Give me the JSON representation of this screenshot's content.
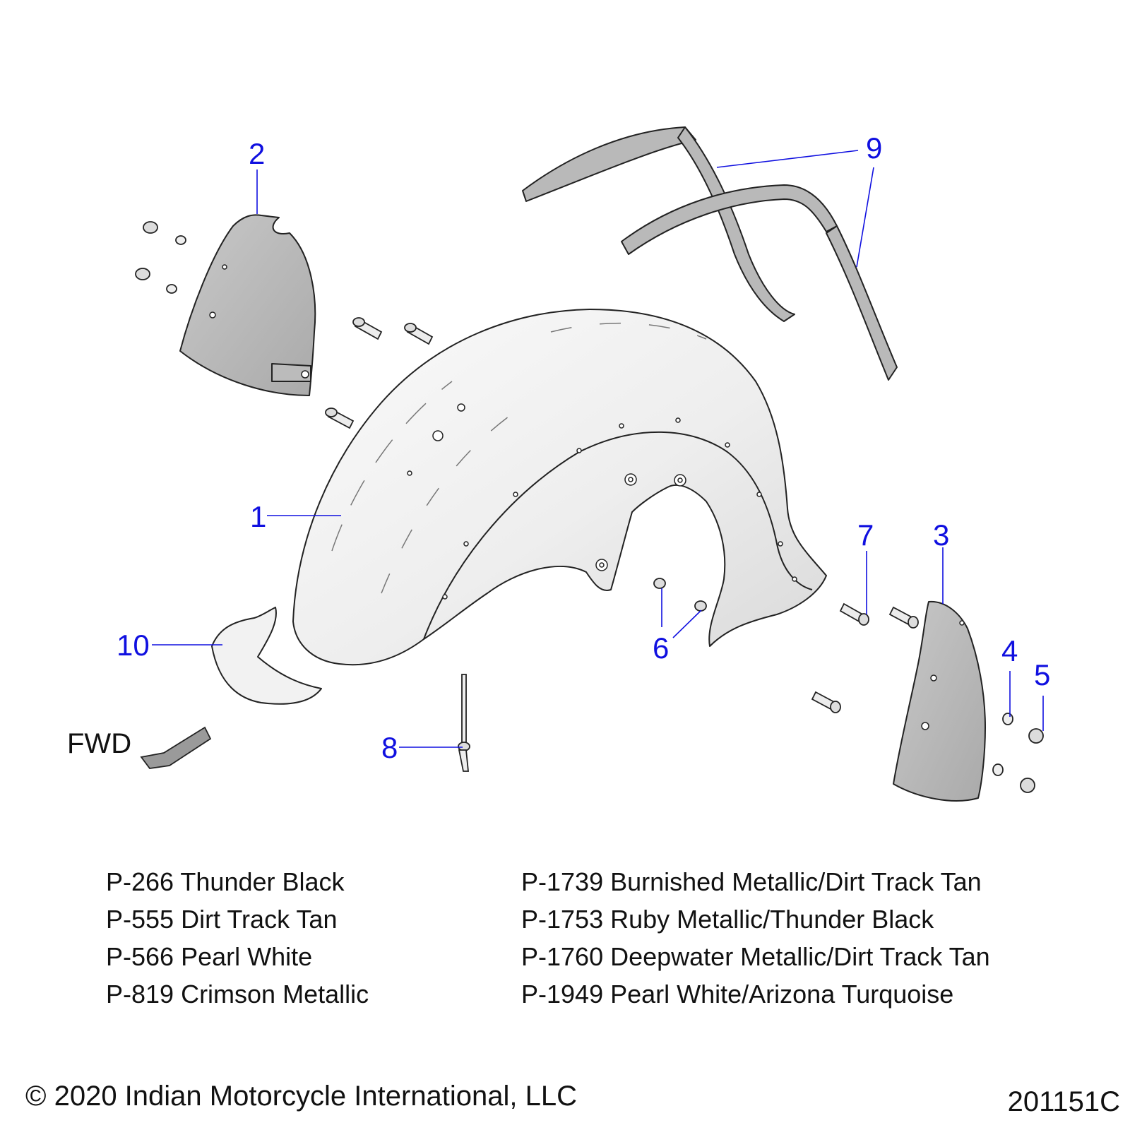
{
  "callouts": [
    "1",
    "2",
    "3",
    "4",
    "5",
    "6",
    "7",
    "8",
    "9",
    "10"
  ],
  "direction_label": "FWD",
  "paint_codes_left": [
    "P-266 Thunder Black",
    "P-555 Dirt Track Tan",
    "P-566 Pearl White",
    "P-819 Crimson Metallic"
  ],
  "paint_codes_right": [
    "P-1739 Burnished Metallic/Dirt Track Tan",
    "P-1753 Ruby Metallic/Thunder Black",
    "P-1760 Deepwater Metallic/Dirt Track Tan",
    "P-1949 Pearl White/Arizona Turquoise"
  ],
  "copyright": "© 2020 Indian Motorcycle International, LLC",
  "diagram_code": "201151C",
  "colors": {
    "callout": "#1010e0",
    "part_gray": "#c8c8c8",
    "fender_light": "#f2f2f2"
  }
}
